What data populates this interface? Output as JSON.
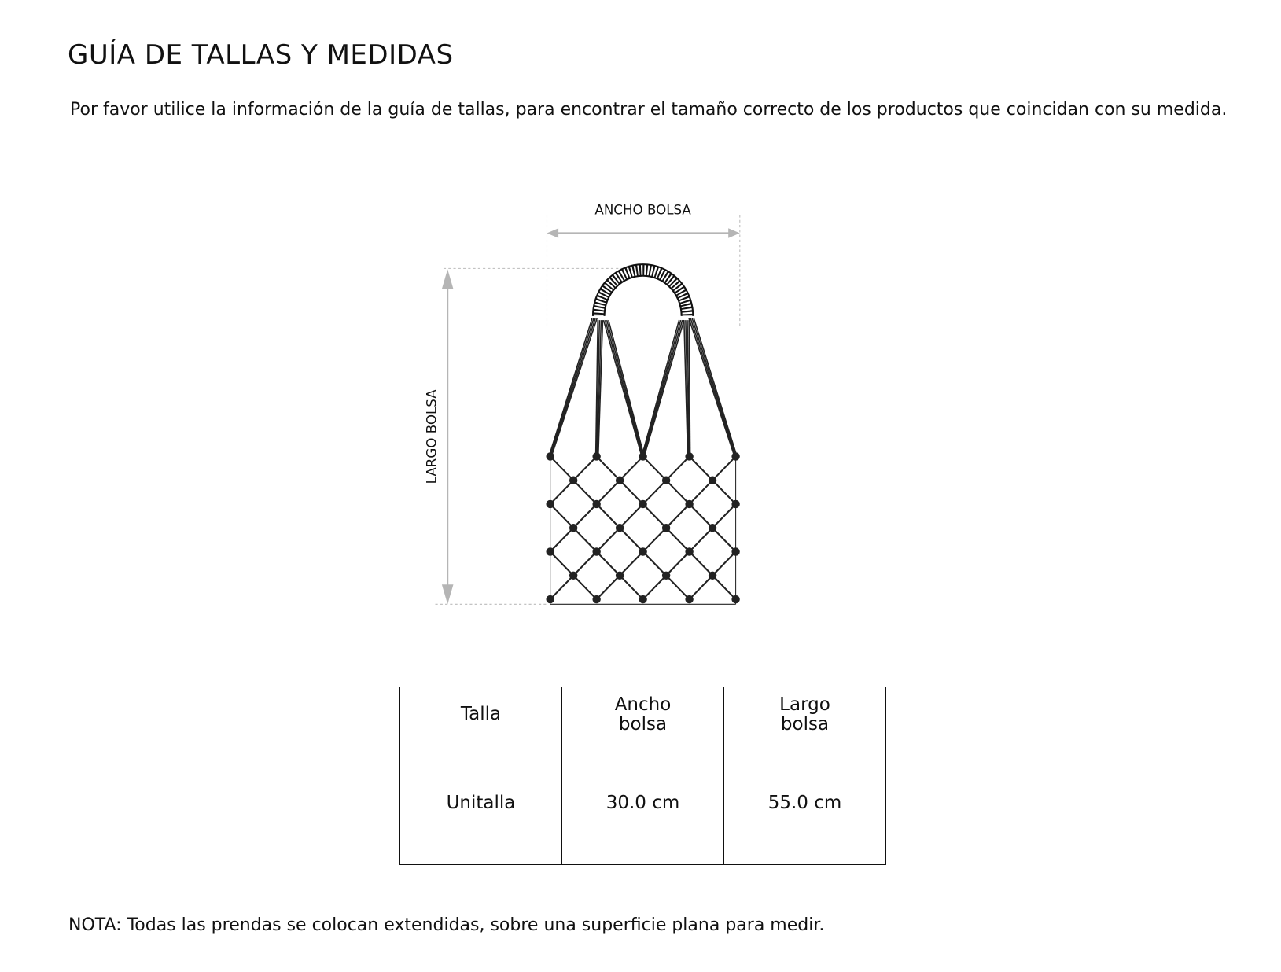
{
  "title": "GUÍA DE TALLAS Y MEDIDAS",
  "intro": "Por favor utilice la información de la guía de tallas, para encontrar el tamaño correcto de los productos que coincidan con su medida.",
  "diagram": {
    "width_label": "ANCHO BOLSA",
    "length_label": "LARGO BOLSA"
  },
  "table": {
    "headers": [
      "Talla",
      "Ancho bolsa",
      "Largo bolsa"
    ],
    "rows": [
      [
        "Unitalla",
        "30.0 cm",
        "55.0 cm"
      ]
    ]
  },
  "note": "NOTA: Todas las prendas se colocan extendidas, sobre una superficie plana para medir."
}
